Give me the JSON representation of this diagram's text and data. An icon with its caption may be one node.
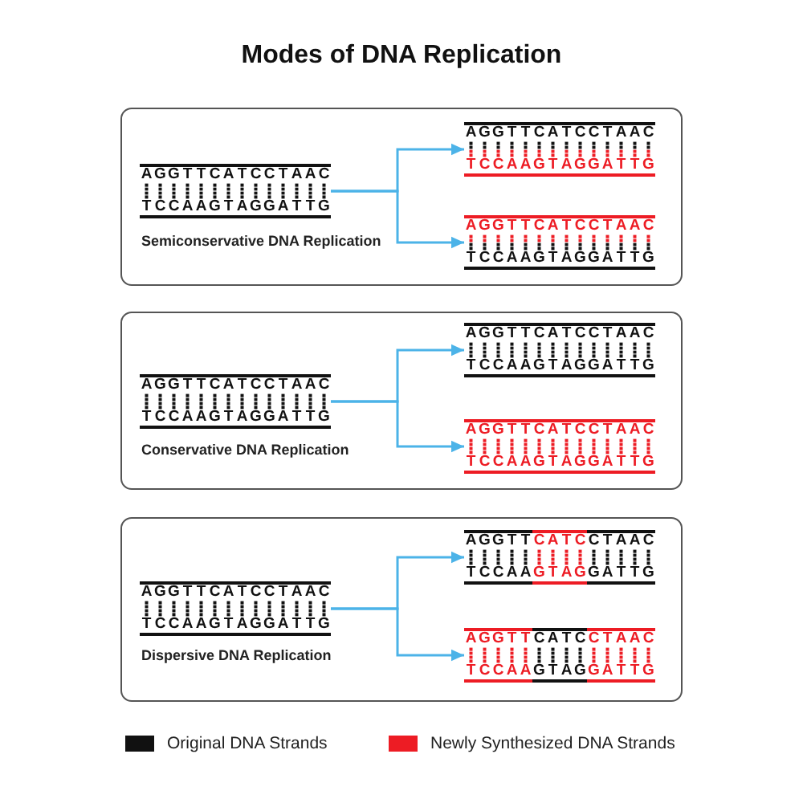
{
  "diagram": {
    "title": "Modes of DNA Replication",
    "nodes": [
      {
        "text": [
          "Semiconservative DNA Replication"
        ]
      },
      {
        "text": [
          "AGGTTCATCCTAAC",
          "TCCAAGTAGGATTG"
        ],
        "in": 0
      },
      {
        "text": [
          "AGGTTCATCCTAAC",
          "TCCAAGTAGGATTG"
        ],
        "in": 0
      },
      {
        "text": [
          "AGGTTCATCCTAAC",
          "TCCAAGTAGGATTG"
        ],
        "in": 0
      },
      {
        "text": [
          "Conservative DNA Replication"
        ]
      },
      {
        "text": [
          "AGGTTCATCCTAAC",
          "TCCAAGTAGGATTG"
        ],
        "in": 4
      },
      {
        "text": [
          "AGGTTCATCCTAAC",
          "TCCAAGTAGGATTG"
        ],
        "in": 4
      },
      {
        "text": [
          "AGGTTCATCCTAAC",
          "TCCAAGTAGGATTG"
        ],
        "in": 4
      },
      {
        "text": [
          "Dispersive DNA Replication"
        ]
      },
      {
        "text": [
          "AGGTTCATCCTAAC",
          "TCCAAGTAGGATTG"
        ],
        "in": 8
      },
      {
        "text": [
          "AGGTTCATCCTAAC",
          "TCCAAGTAGGATTG"
        ],
        "in": 8
      },
      {
        "text": [
          "AGGTTCATCCTAAC",
          "TCCAAGTAGGATTG"
        ],
        "in": 8
      }
    ],
    "edges": [
      {
        "from": 1,
        "to": 2,
        "arrow": "to"
      },
      {
        "from": 1,
        "to": 3,
        "arrow": "to"
      },
      {
        "from": 5,
        "to": 6,
        "arrow": "to"
      },
      {
        "from": 5,
        "to": 7,
        "arrow": "to"
      },
      {
        "from": 9,
        "to": 10,
        "arrow": "to"
      },
      {
        "from": 9,
        "to": 11,
        "arrow": "to"
      }
    ],
    "legend": [
      {
        "text": "Original DNA Strands",
        "color": "#111111"
      },
      {
        "text": "Newly Synthesized DNA Strands",
        "color": "#ed1c24"
      }
    ]
  }
}
